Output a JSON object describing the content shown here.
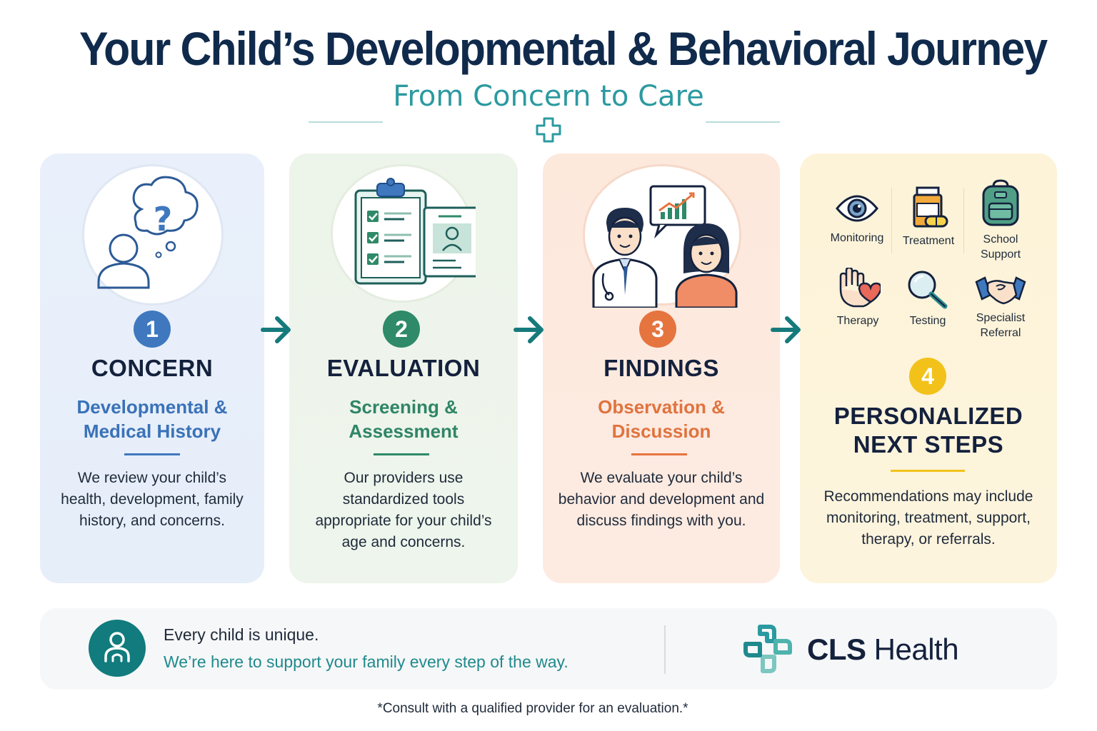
{
  "header": {
    "title": "Your Child’s Developmental & Behavioral Journey",
    "subtitle": "From Concern to Care"
  },
  "steps": [
    {
      "number": "1",
      "title": "CONCERN",
      "subtitle_line1": "Developmental &",
      "subtitle_line2": "Medical History",
      "body": "We review your child’s health, development, family history, and concerns.",
      "accent": "#3f78be"
    },
    {
      "number": "2",
      "title": "EVALUATION",
      "subtitle_line1": "Screening &",
      "subtitle_line2": "Assessment",
      "body": "Our providers use standardized tools appropriate for your child’s age and concerns.",
      "accent": "#2e8a68"
    },
    {
      "number": "3",
      "title": "FINDINGS",
      "subtitle_line1": "Observation &",
      "subtitle_line2": "Discussion",
      "body": "We evaluate your child’s behavior and development and discuss findings with you.",
      "accent": "#e5743f"
    },
    {
      "number": "4",
      "title_line1": "PERSONALIZED",
      "title_line2": "NEXT STEPS",
      "body": "Recommendations may include monitoring, treatment, support, therapy, or referrals.",
      "accent": "#f2c21a",
      "options": [
        {
          "label_line1": "Monitoring",
          "label_line2": "",
          "icon": "eye-icon"
        },
        {
          "label_line1": "Treatment",
          "label_line2": "",
          "icon": "medicine-bottle-icon"
        },
        {
          "label_line1": "School",
          "label_line2": "Support",
          "icon": "backpack-icon"
        },
        {
          "label_line1": "Therapy",
          "label_line2": "",
          "icon": "hands-heart-icon"
        },
        {
          "label_line1": "Testing",
          "label_line2": "",
          "icon": "magnifier-icon"
        },
        {
          "label_line1": "Specialist",
          "label_line2": "Referral",
          "icon": "handshake-icon"
        }
      ]
    }
  ],
  "footer": {
    "line1": "Every child is unique.",
    "line2": "We’re here to support your family every step of the way.",
    "brand_bold": "CLS",
    "brand_regular": " Health"
  },
  "disclaimer": "*Consult with a qualified provider for an evaluation.*",
  "colors": {
    "teal": "#1f8a8d",
    "navy": "#102a4c"
  }
}
